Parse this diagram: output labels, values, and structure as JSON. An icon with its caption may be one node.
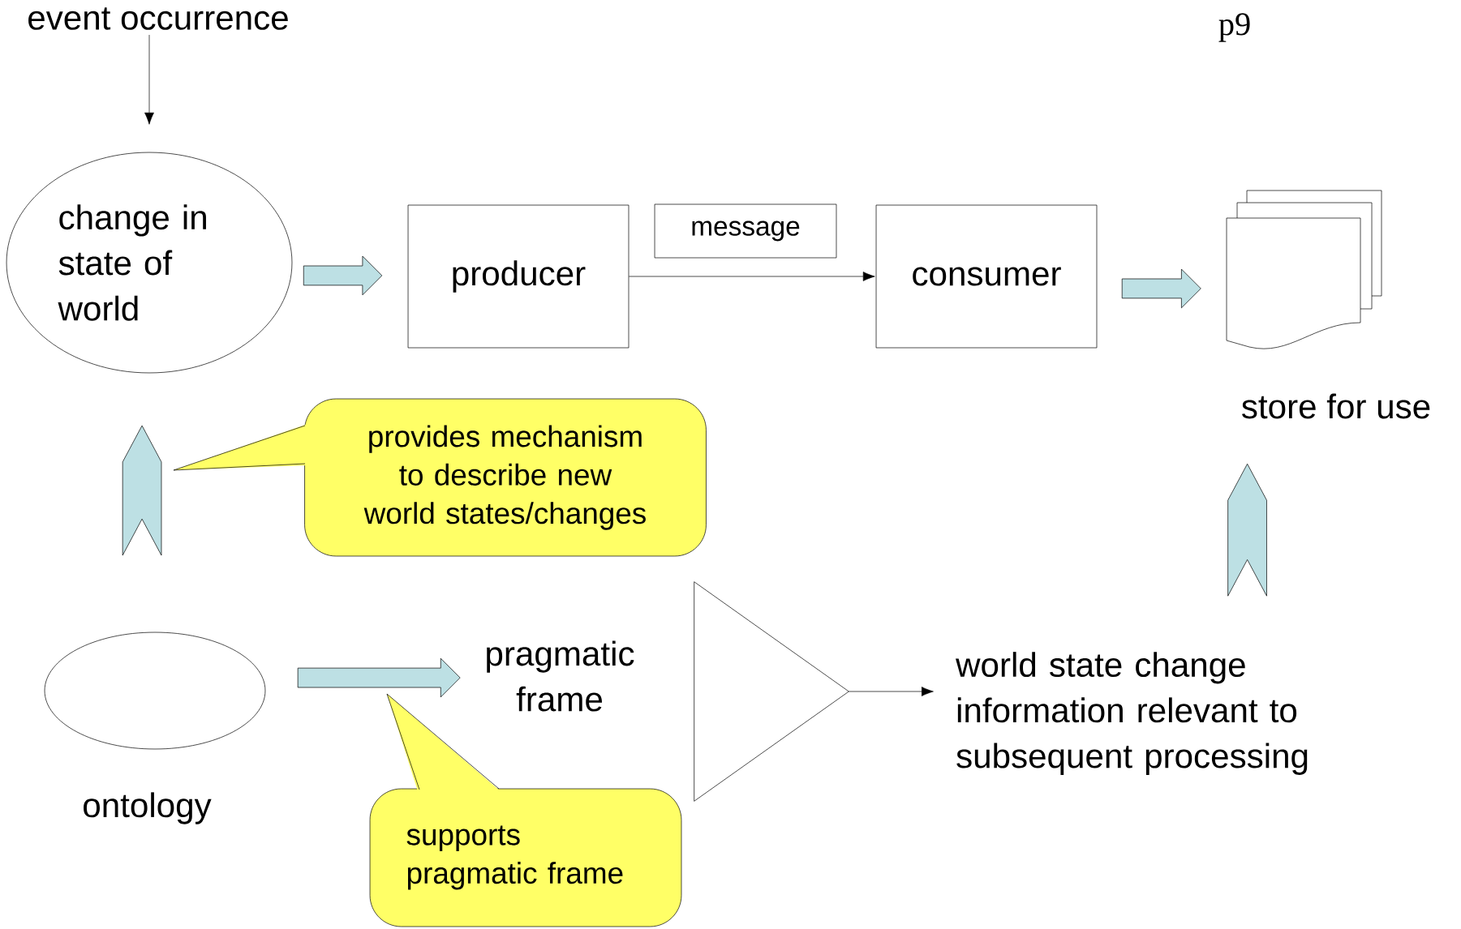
{
  "diagram": {
    "nodes": [
      {
        "text": [
          "event occurrence"
        ]
      },
      {
        "text": [
          "change in state of world"
        ]
      },
      {
        "text": [
          "producer"
        ]
      },
      {
        "text": [
          "message"
        ]
      },
      {
        "text": [
          "consumer"
        ]
      },
      {
        "text": [],
        "shape": "document",
        "beside": [
          "store for use"
        ]
      },
      {
        "text": [],
        "shape": "ellipse",
        "beside": [
          "ontology"
        ]
      },
      {
        "text": [
          "pragmatic frame"
        ]
      },
      {
        "text": [],
        "shape": "triangle"
      },
      {
        "text": [
          "world state change information relevant to subsequent processing"
        ]
      },
      {
        "text": [
          "provides mechanism to describe new world states/changes"
        ]
      },
      {
        "text": [
          "supports pragmatic frame"
        ]
      }
    ],
    "edges": [
      {
        "from": 0,
        "to": 1,
        "arrow": "to"
      },
      {
        "from": 1,
        "to": 2,
        "arrow": "to",
        "style": "thick",
        "color": "#bde0e4"
      },
      {
        "from": 2,
        "to": 4,
        "arrow": "to"
      },
      {
        "from": 4,
        "to": 5,
        "arrow": "to",
        "style": "thick",
        "color": "#bde0e4"
      },
      {
        "from": 6,
        "to": 1,
        "arrow": "to",
        "style": "thick",
        "color": "#bde0e4"
      },
      {
        "from": 6,
        "to": 7,
        "arrow": "to",
        "style": "thick",
        "color": "#bde0e4"
      },
      {
        "from": 8,
        "to": 9,
        "arrow": "to"
      },
      {
        "from": 9,
        "to": 5,
        "arrow": "to",
        "style": "thick",
        "color": "#bde0e4"
      }
    ],
    "labels": [
      "p9"
    ]
  }
}
